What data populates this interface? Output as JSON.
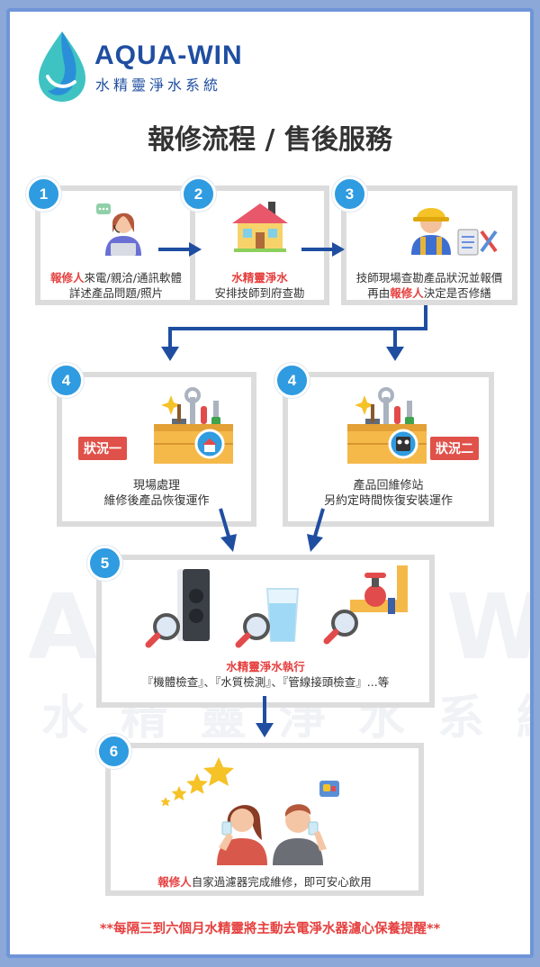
{
  "brand": {
    "name": "AQUA-WIN",
    "subtitle": "水精靈淨水系統"
  },
  "title": "報修流程 / 售後服務",
  "steps": {
    "s1": {
      "num": "1",
      "red": "報修人",
      "line1_rest": "來電/親洽/通訊軟體",
      "line2": "詳述產品問題/照片"
    },
    "s2": {
      "num": "2",
      "red": "水精靈淨水",
      "line2": "安排技師到府查勘"
    },
    "s3": {
      "num": "3",
      "line1": "技師現場查勘產品狀況並報價",
      "line2_pre": "再由",
      "red": "報修人",
      "line2_post": "決定是否修繕"
    },
    "s4a": {
      "num": "4",
      "tag": "狀況一",
      "line1": "現場處理",
      "line2": "維修後產品恢復運作"
    },
    "s4b": {
      "num": "4",
      "tag": "狀況二",
      "line1": "產品回維修站",
      "line2": "另約定時間恢復安裝運作"
    },
    "s5": {
      "num": "5",
      "red": "水精靈淨水執行",
      "line2": "『機體檢查』、『水質檢測』、『管線接頭檢查』...等"
    },
    "s6": {
      "num": "6",
      "red": "報修人",
      "line1_rest": "自家過濾器完成維修，即可安心飲用"
    }
  },
  "footer": "**每隔三到六個月水精靈將主動去電淨水器濾心保養提醒**",
  "colors": {
    "accent_blue": "#1f4ea1",
    "badge_blue": "#2f9be0",
    "red": "#e5403f",
    "box_border": "#dcdcdc"
  }
}
